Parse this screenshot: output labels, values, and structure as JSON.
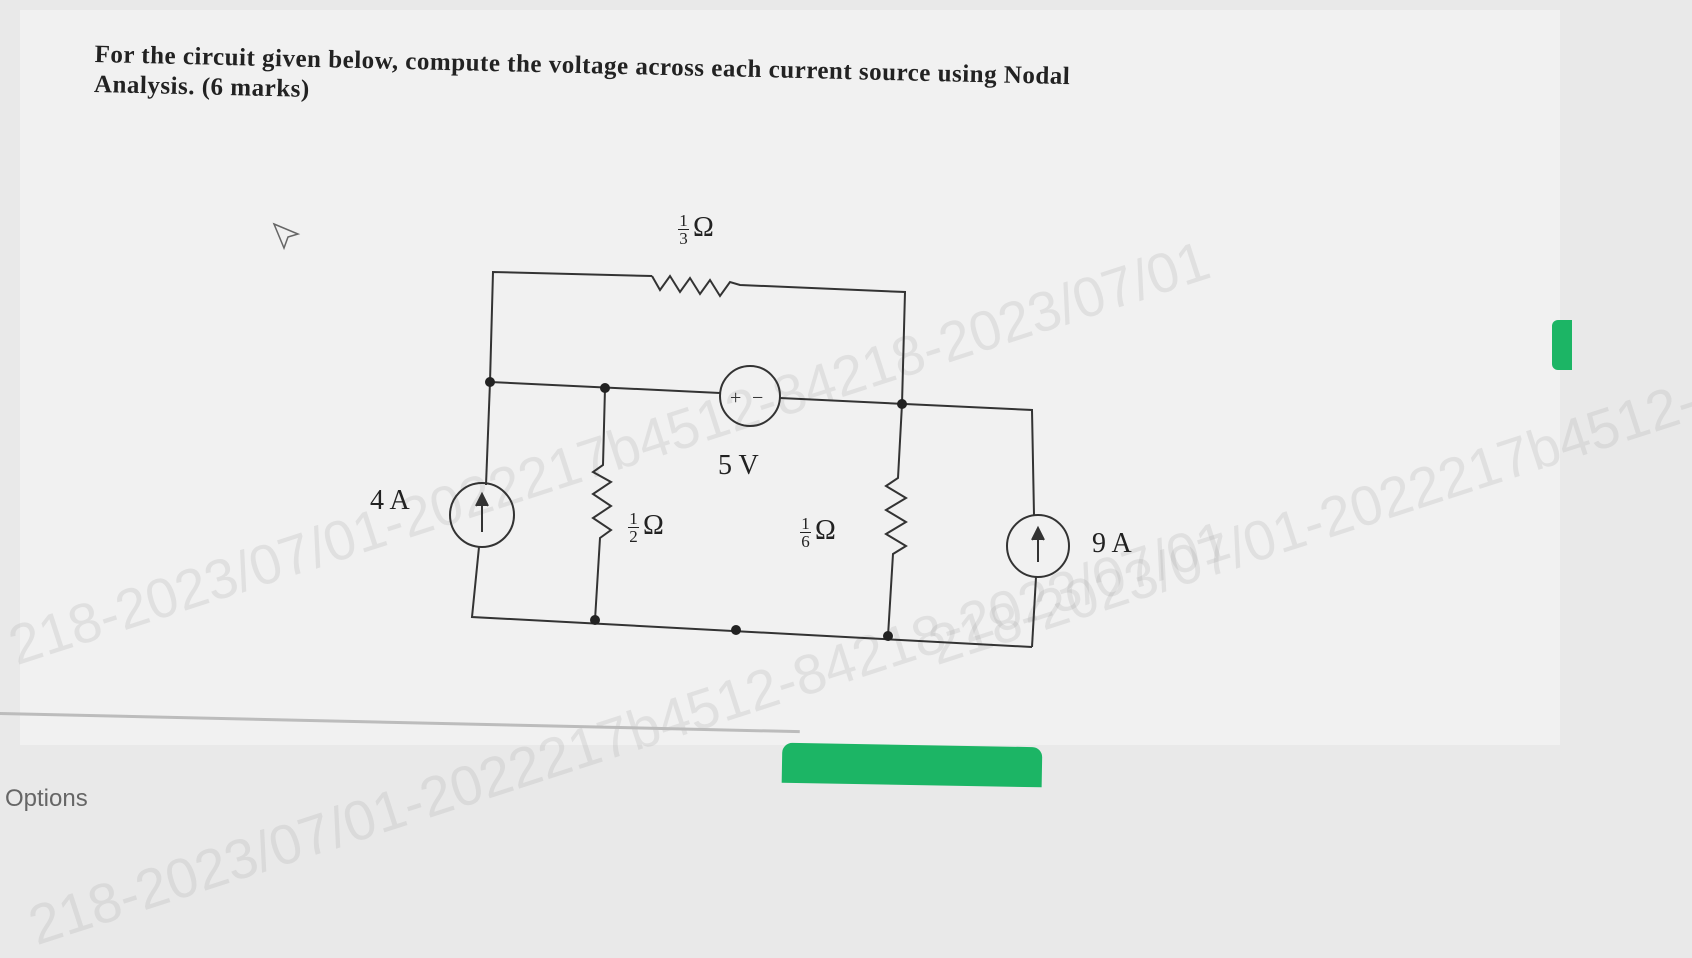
{
  "question": {
    "line1": "For the circuit given below, compute the voltage across each current source using Nodal",
    "line2": "Analysis.   (6 marks)"
  },
  "watermark": "218-2023/07/01-2022217b4512-84218-2023/07/01",
  "circuit": {
    "r_top": {
      "num": "1",
      "den": "3",
      "unit": "Ω"
    },
    "r_left": {
      "num": "1",
      "den": "2",
      "unit": "Ω"
    },
    "r_right": {
      "num": "1",
      "den": "6",
      "unit": "Ω"
    },
    "voltage_source": {
      "label": "5 V",
      "plus": "+",
      "minus": "−"
    },
    "current_source_left": {
      "label": "4 A"
    },
    "current_source_right": {
      "label": "9 A"
    }
  },
  "footer": {
    "options_label": "Options"
  },
  "colors": {
    "accent_green": "#1cb565",
    "ink": "#222222"
  }
}
